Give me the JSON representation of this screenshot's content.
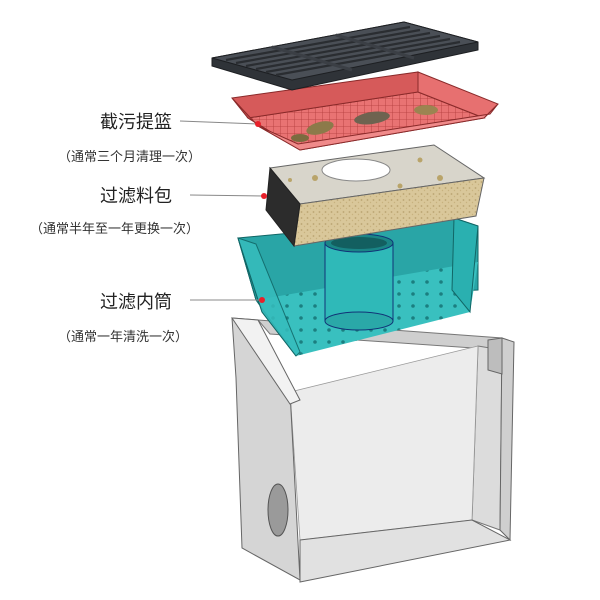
{
  "components": [
    {
      "id": "basket",
      "title": "截污提篮",
      "note": "（通常三个月清理一次）"
    },
    {
      "id": "filter-pack",
      "title": "过滤料包",
      "note": "（通常半年至一年更换一次）"
    },
    {
      "id": "filter-cylinder",
      "title": "过滤内筒",
      "note": "（通常一年清洗一次）"
    }
  ],
  "colors": {
    "grate": "#3d4147",
    "basket": "#e86a6a",
    "filter_pack_top": "#d9d6cc",
    "filter_pack_side": "#d8c9a0",
    "cylinder": "#2fb5b5",
    "housing": "#e6e6e6",
    "leader_line": "#888888",
    "leader_dot": "#e8202a"
  }
}
